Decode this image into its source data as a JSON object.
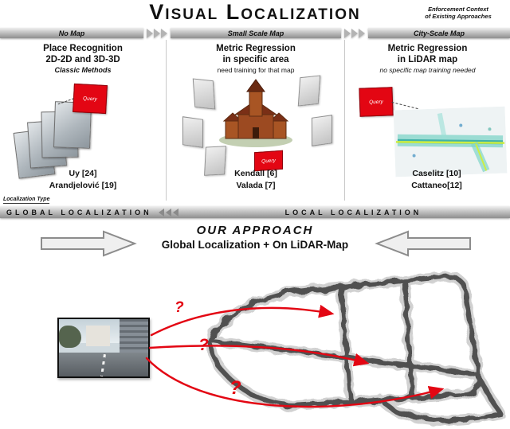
{
  "title": "Visual Localization",
  "context_note": {
    "line1": "Enforcement Context",
    "line2": "of Existing Approaches"
  },
  "context_band": {
    "segments": [
      "No Map",
      "Small Scale Map",
      "City-Scale Map"
    ]
  },
  "columns": [
    {
      "heading1": "Place Recognition",
      "heading2": "2D-2D and 3D-3D",
      "subheading": "Classic Methods",
      "query_label": "Query",
      "citation1": "Uy [24]",
      "citation2": "Arandjelović [19]"
    },
    {
      "heading1": "Metric Regression",
      "heading2": "in specific area",
      "subheading": "need training for that map",
      "query_label": "Query",
      "citation1": "Kendall [6]",
      "citation2": "Valada [7]"
    },
    {
      "heading1": "Metric Regression",
      "heading2": "in LiDAR map",
      "subheading": "no specific map training needed",
      "query_label": "Query",
      "citation1": "Caselitz [10]",
      "citation2": "Cattaneo[12]"
    }
  ],
  "localization_type_label": "Localization Type",
  "localization_band": {
    "global_label": "GLOBAL LOCALIZATION",
    "local_label": "LOCAL LOCALIZATION"
  },
  "approach": {
    "title": "OUR APPROACH",
    "subtitle": "Global Localization + On LiDAR-Map"
  },
  "question_mark": "?",
  "colors": {
    "query_red": "#e30613",
    "arrow_red": "#e30613",
    "band_gray": "#bdbdbd"
  }
}
